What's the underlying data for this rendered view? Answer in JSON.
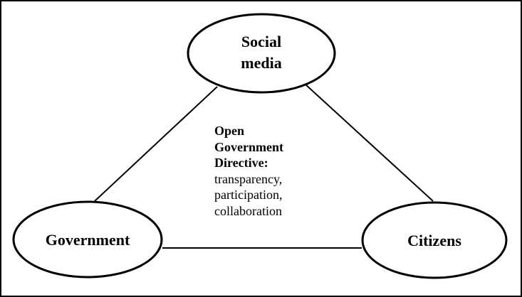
{
  "nodes": {
    "social_media": {
      "line1": "Social",
      "line2": "media"
    },
    "government": {
      "label": "Government"
    },
    "citizens": {
      "label": "Citizens"
    }
  },
  "center": {
    "title_line1": "Open",
    "title_line2": "Government",
    "title_line3": "Directive:",
    "items": [
      "transparency,",
      "participation,",
      "collaboration"
    ]
  },
  "colors": {
    "stroke": "#000000",
    "background": "#ffffff"
  }
}
